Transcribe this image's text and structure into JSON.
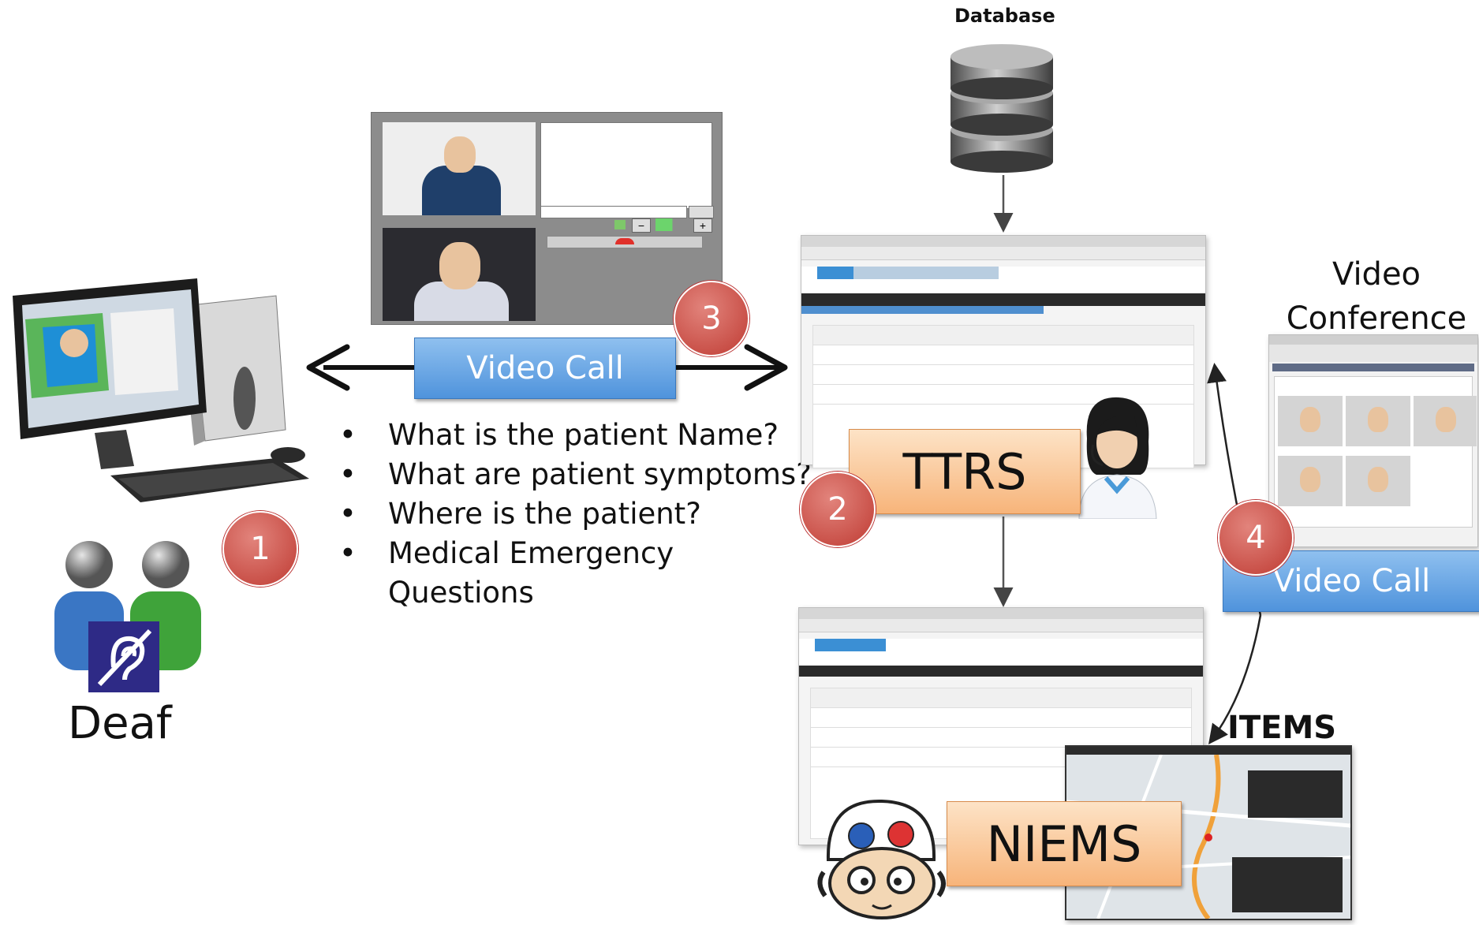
{
  "labels": {
    "database": "Database",
    "video_conference_line1": "Video",
    "video_conference_line2": "Conference",
    "deaf": "Deaf",
    "items": "ITEMS"
  },
  "boxes": {
    "video_call_left": "Video Call",
    "video_call_right": "Video Call",
    "ttrs": "TTRS",
    "niems": "NIEMS"
  },
  "badges": [
    "1",
    "2",
    "3",
    "4"
  ],
  "questions": [
    "What is the patient Name?",
    "What are patient symptoms?",
    "Where is the patient?",
    "Medical Emergency Questions"
  ],
  "bullet_glyph": "•",
  "colors": {
    "blue_box": "#5b9bd5",
    "orange_box": "#f9c28c",
    "badge": "#c0504d",
    "arrow": "#111111"
  },
  "icons": [
    "database-icon",
    "computer-icon",
    "deaf-users-icon",
    "hearing-impaired-icon",
    "operator-icon",
    "emergency-mascot-icon"
  ]
}
